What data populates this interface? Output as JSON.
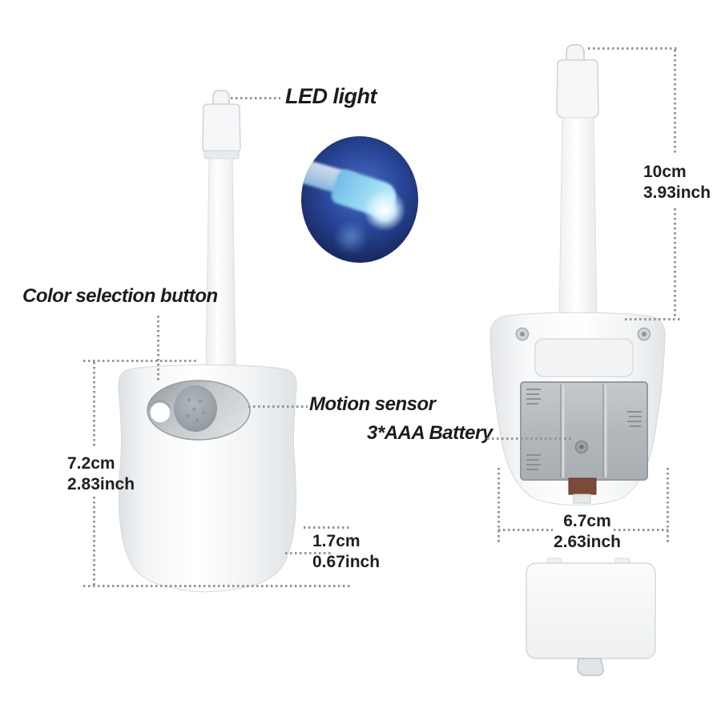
{
  "product": {
    "description": "toilet bowl motion-sensor LED night light, front and back views with dimension callouts",
    "views": [
      "front-view-with-sensor",
      "back-view-with-battery-compartment",
      "led-glow-closeup",
      "battery-cover"
    ]
  },
  "labels": {
    "led": "LED light",
    "color_button": "Color selection button",
    "motion_sensor": "Motion sensor",
    "battery": "3*AAA Battery"
  },
  "dimensions": {
    "arm_height": {
      "cm": "10cm",
      "inch": "3.93inch"
    },
    "body_height": {
      "cm": "7.2cm",
      "inch": "2.83inch"
    },
    "base_thickness": {
      "cm": "1.7cm",
      "inch": "0.67inch"
    },
    "body_width": {
      "cm": "6.7cm",
      "inch": "2.63inch"
    }
  },
  "colors": {
    "background": "#ffffff",
    "annotation_text": "#1c1c1e",
    "dotted_line": "#8f969b",
    "inset_blue": "#2b4a9e",
    "led_glow": "#aee6ff",
    "sensor_recess_gray": "#9aa0a5",
    "switch_brown": "#7c4a37",
    "product_white": "#f6f7f8"
  }
}
